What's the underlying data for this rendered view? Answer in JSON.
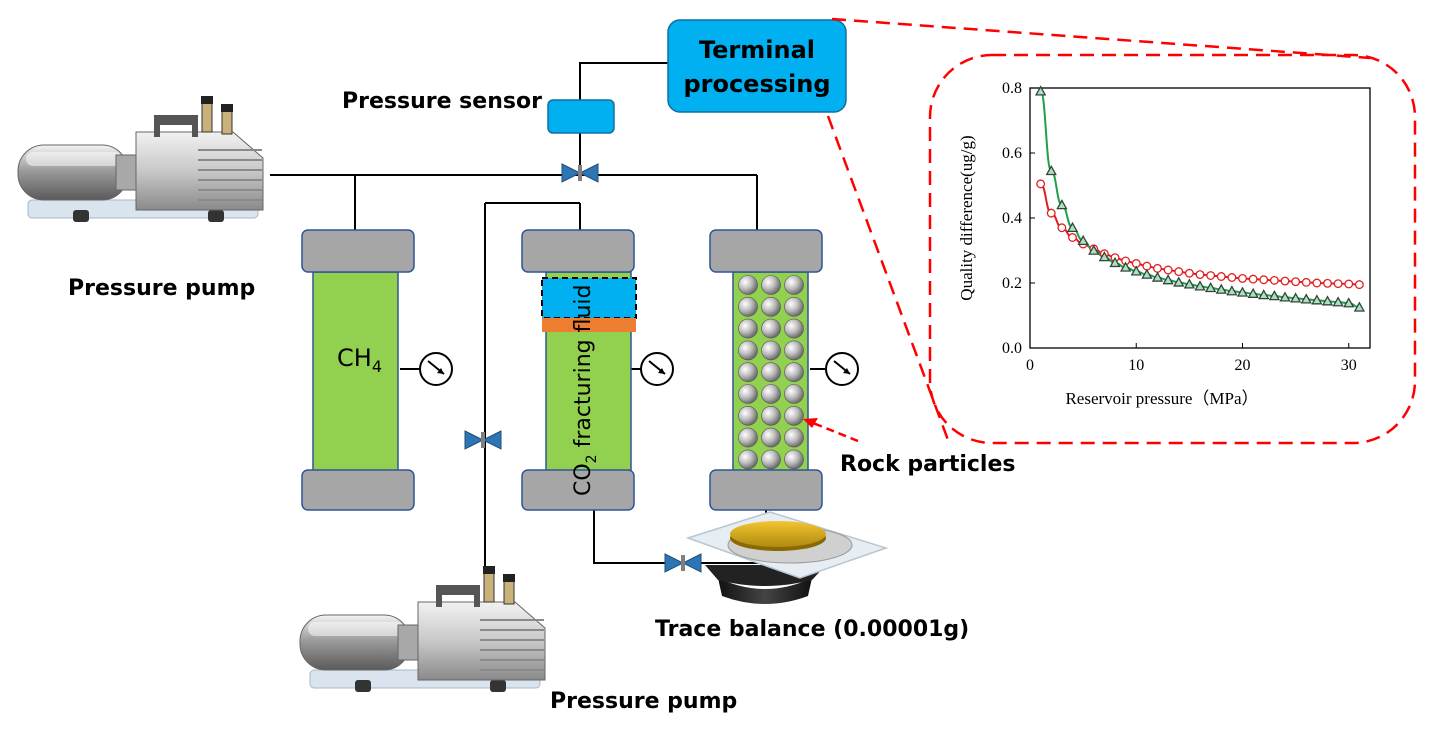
{
  "labels": {
    "terminal_line1": "Terminal",
    "terminal_line2": "processing",
    "pressure_sensor": "Pressure sensor",
    "pump_top": "Pressure pump",
    "pump_bottom": "Pressure pump",
    "ch4_main": "CH",
    "ch4_sub": "4",
    "co2_pre": "CO",
    "co2_sub": "2",
    "co2_post": " fracturing fluid",
    "rock_particles": "Rock particles",
    "trace_balance": "Trace balance (0.00001g)"
  },
  "colors": {
    "cylinder_green": "#92D050",
    "cap_gray": "#A6A6A6",
    "terminal_blue": "#00B0F0",
    "fluid_blue": "#00B0F0",
    "piston_orange": "#ED7D31",
    "valve_blue": "#2E75B6",
    "callout_red": "#FF0000",
    "series_red": "#E02020",
    "series_green": "#1FA050"
  },
  "chart_data": {
    "type": "line",
    "xlabel": "Reservoir pressure（MPa）",
    "ylabel": "Quality difference(ug/g)",
    "xlim": [
      0,
      32
    ],
    "ylim": [
      0,
      0.8
    ],
    "xticks": [
      0,
      10,
      20,
      30
    ],
    "yticks": [
      0.0,
      0.2,
      0.4,
      0.6,
      0.8
    ],
    "ytick_labels": [
      "0.0",
      "0.2",
      "0.4",
      "0.6",
      "0.8"
    ],
    "grid": false,
    "series": [
      {
        "marker": "circle",
        "color": "#E02020",
        "x": [
          1,
          2,
          3,
          4,
          5,
          6,
          7,
          8,
          9,
          10,
          11,
          12,
          13,
          14,
          15,
          16,
          17,
          18,
          19,
          20,
          21,
          22,
          23,
          24,
          25,
          26,
          27,
          28,
          29,
          30,
          31
        ],
        "y": [
          0.505,
          0.415,
          0.37,
          0.34,
          0.32,
          0.305,
          0.29,
          0.278,
          0.268,
          0.26,
          0.252,
          0.245,
          0.24,
          0.235,
          0.23,
          0.226,
          0.223,
          0.22,
          0.217,
          0.214,
          0.212,
          0.21,
          0.208,
          0.206,
          0.204,
          0.202,
          0.2,
          0.199,
          0.198,
          0.197,
          0.195
        ]
      },
      {
        "marker": "triangle",
        "color": "#1FA050",
        "x": [
          1,
          2,
          3,
          4,
          5,
          6,
          7,
          8,
          9,
          10,
          11,
          12,
          13,
          14,
          15,
          16,
          17,
          18,
          19,
          20,
          21,
          22,
          23,
          24,
          25,
          26,
          27,
          28,
          29,
          30,
          31
        ],
        "y": [
          0.79,
          0.545,
          0.44,
          0.37,
          0.33,
          0.3,
          0.28,
          0.262,
          0.248,
          0.236,
          0.226,
          0.217,
          0.209,
          0.202,
          0.196,
          0.19,
          0.185,
          0.18,
          0.175,
          0.171,
          0.167,
          0.163,
          0.16,
          0.156,
          0.153,
          0.15,
          0.147,
          0.144,
          0.141,
          0.138,
          0.125
        ]
      }
    ]
  }
}
